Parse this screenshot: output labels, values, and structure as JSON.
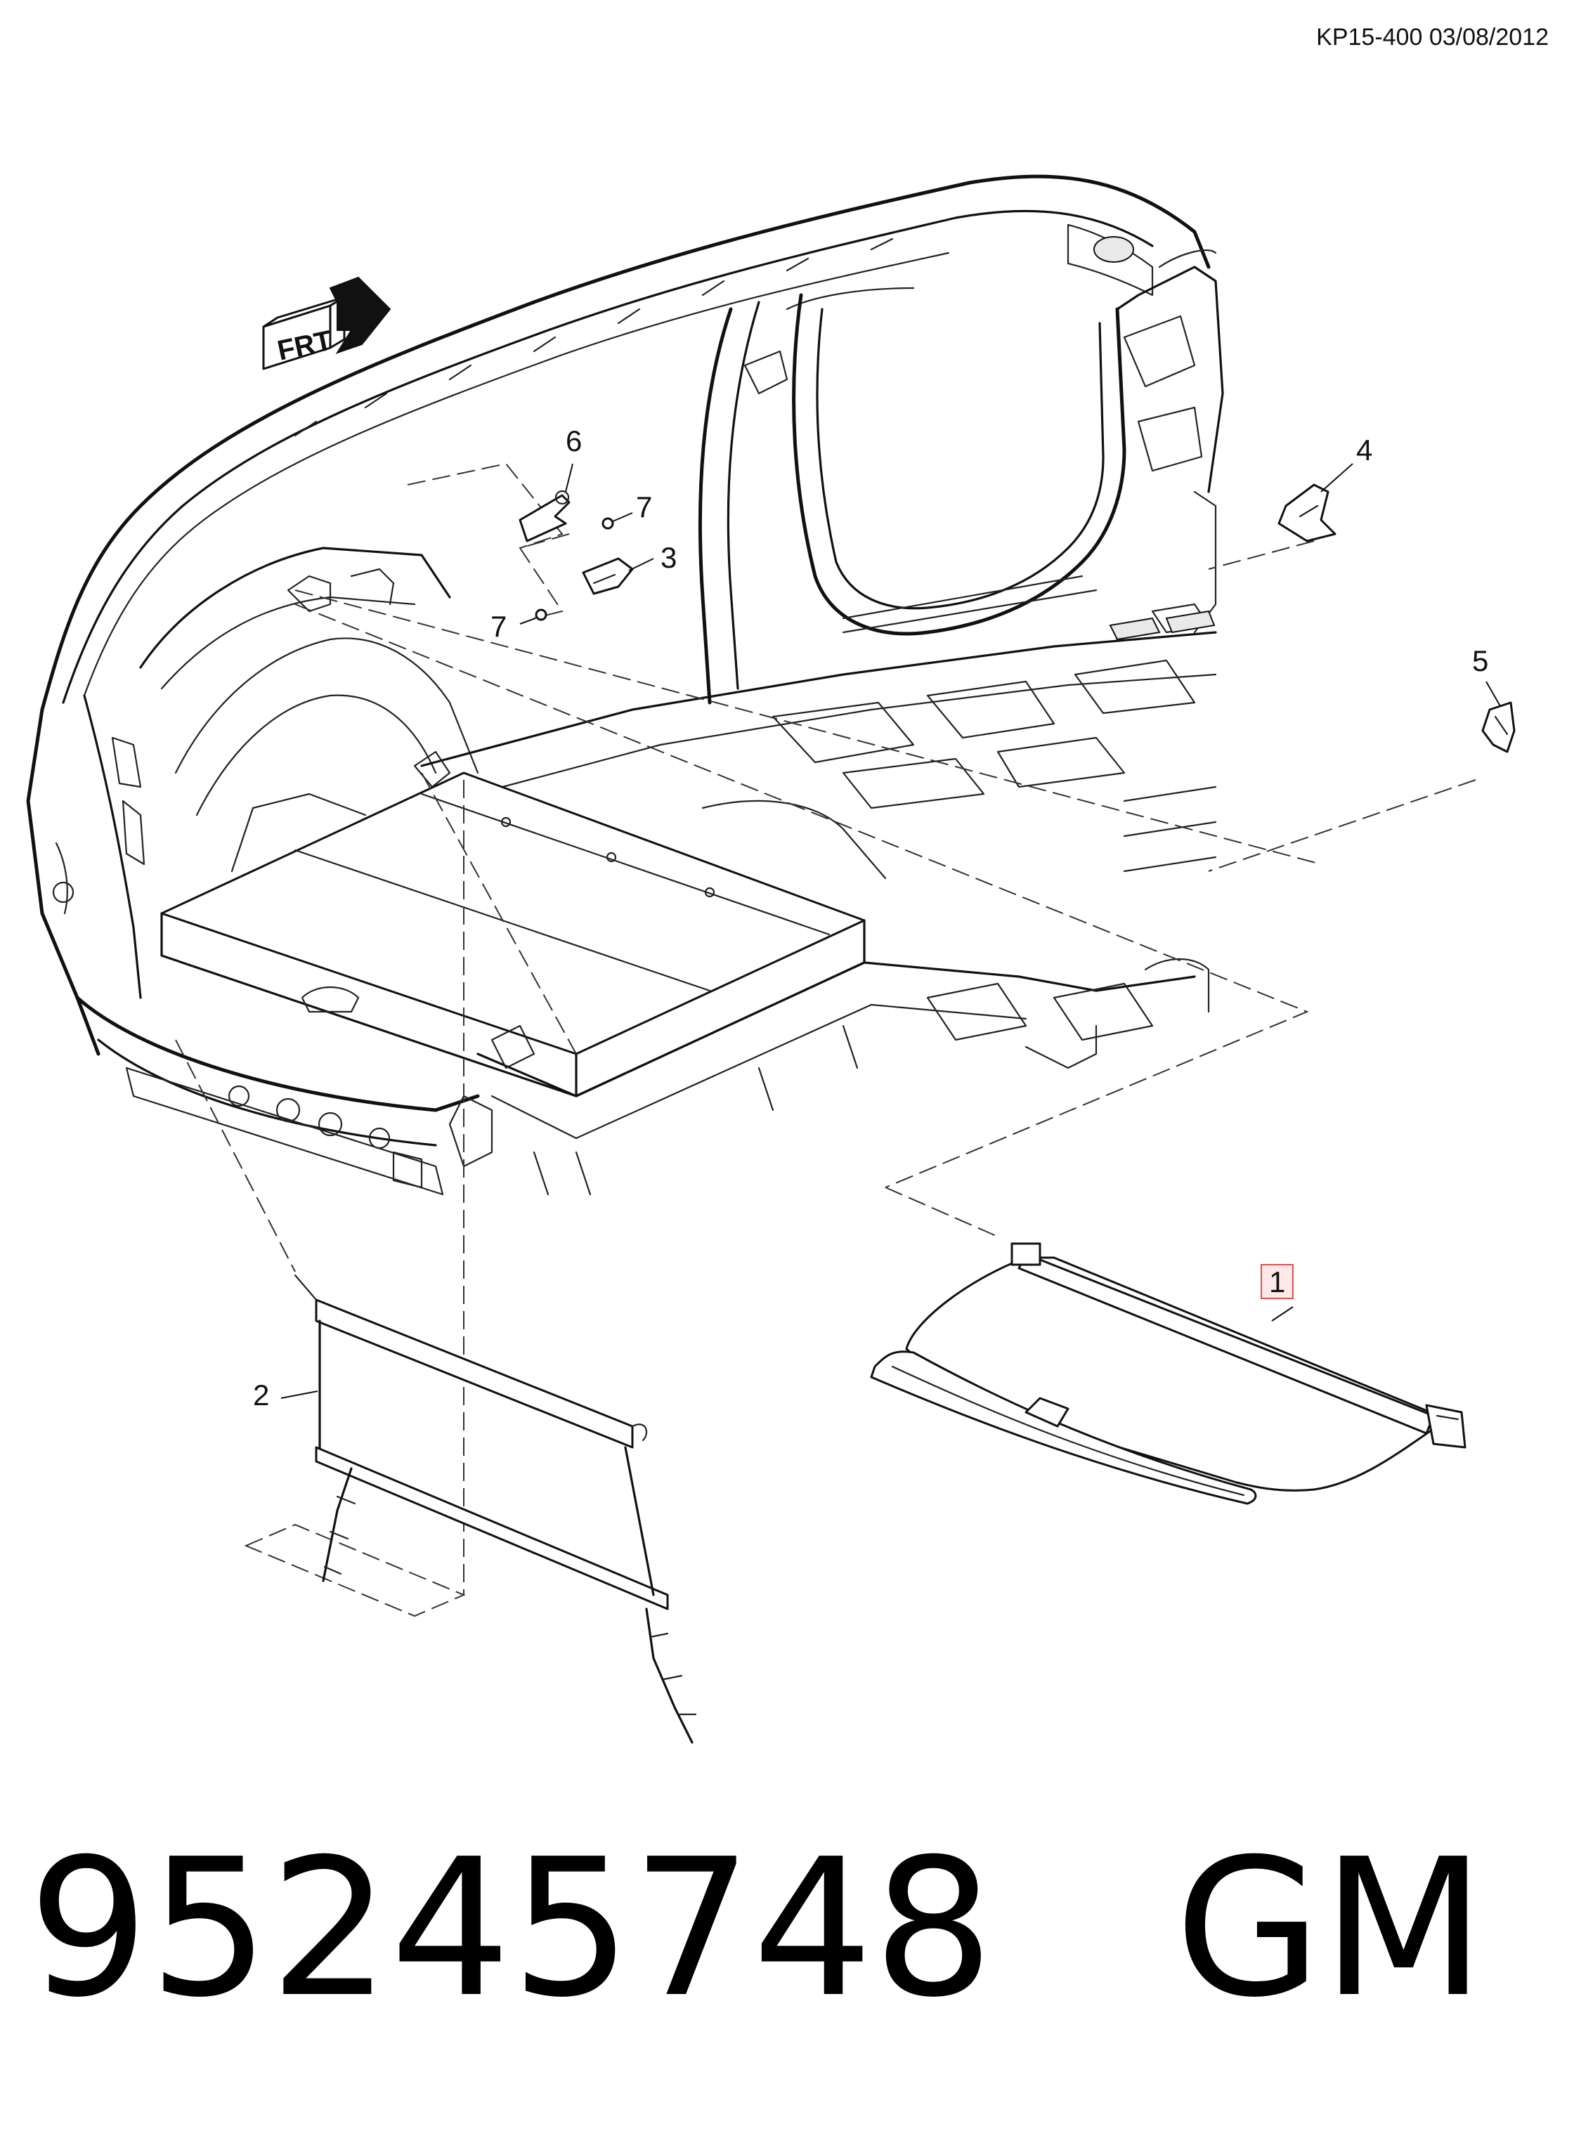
{
  "document_ref": "KP15-400 03/08/2012",
  "part_number_label": "95245748   GM",
  "orientation_marker": {
    "text": "FRT",
    "icon": "front-direction-arrow-icon"
  },
  "callouts": [
    {
      "id": "1",
      "highlighted": true,
      "highlight_color": "#d9534f"
    },
    {
      "id": "2"
    },
    {
      "id": "3"
    },
    {
      "id": "4"
    },
    {
      "id": "5"
    },
    {
      "id": "6"
    },
    {
      "id": "7a",
      "label": "7"
    },
    {
      "id": "7b",
      "label": "7"
    }
  ],
  "callout_labels": {
    "c1": "1",
    "c2": "2",
    "c3": "3",
    "c4": "4",
    "c5": "5",
    "c6": "6",
    "c7a": "7",
    "c7b": "7"
  }
}
